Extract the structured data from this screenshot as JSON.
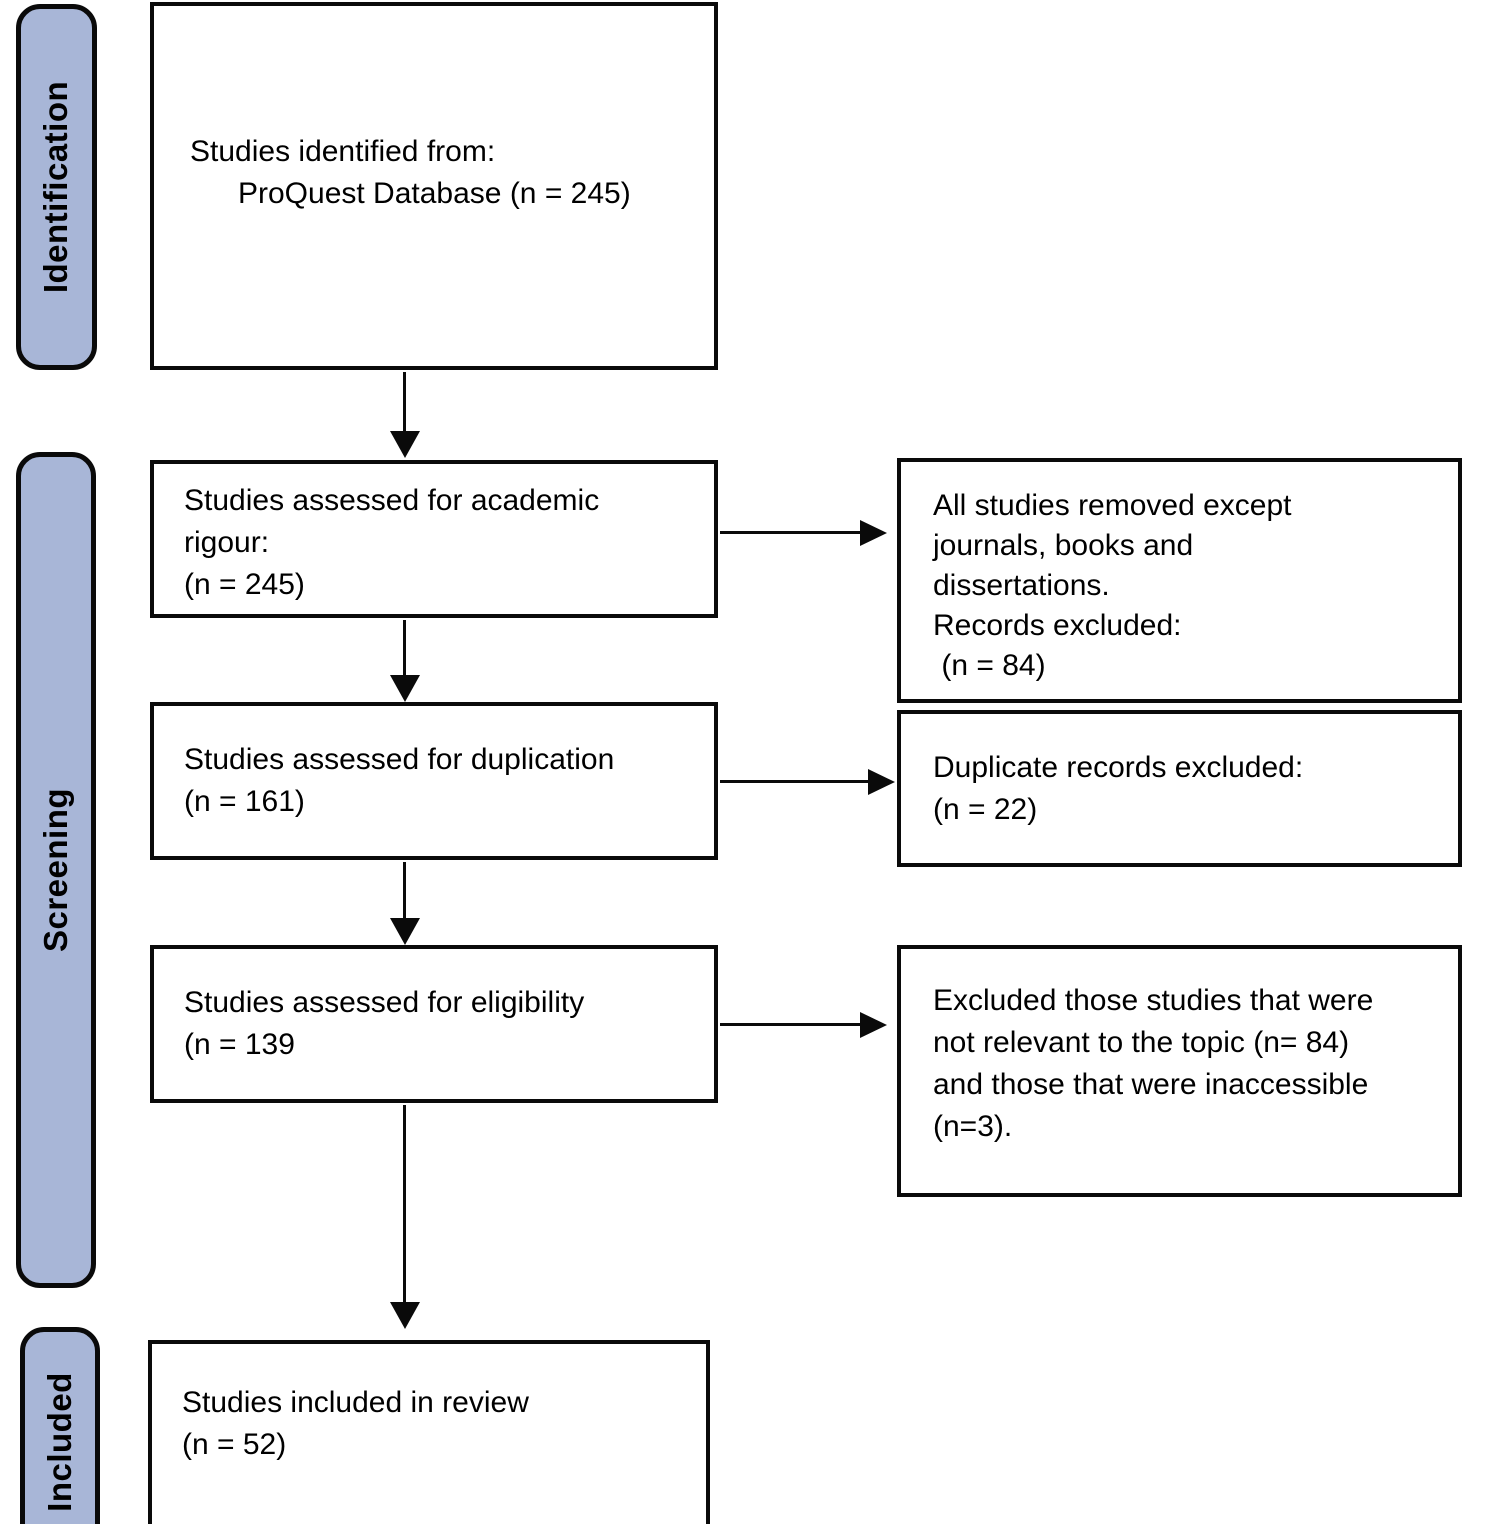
{
  "diagram_type": "prisma-flow-diagram",
  "stage_labels": [
    {
      "label": "Identification"
    },
    {
      "label": "Screening"
    },
    {
      "label": "Included"
    }
  ],
  "flow_boxes": {
    "identified": {
      "lines": [
        "Studies identified from:",
        "ProQuest Database (n = 245)"
      ],
      "n": 245
    },
    "rigour": {
      "lines": [
        "Studies assessed for academic",
        "rigour:",
        "(n = 245)"
      ],
      "n": 245
    },
    "duplication": {
      "lines": [
        "Studies assessed for duplication",
        "(n = 161)"
      ],
      "n": 161
    },
    "eligibility": {
      "lines": [
        "Studies assessed for eligibility",
        "(n = 139"
      ],
      "n": 139
    },
    "included": {
      "lines": [
        "Studies included in review",
        "(n = 52)"
      ],
      "n": 52
    }
  },
  "exclusion_boxes": {
    "rigour_excluded": {
      "lines": [
        "All studies removed except",
        "journals, books and",
        "dissertations.",
        "Records excluded:",
        " (n = 84)"
      ],
      "n": 84
    },
    "duplicates_excluded": {
      "lines": [
        "Duplicate records excluded:",
        "(n = 22)"
      ],
      "n": 22
    },
    "eligibility_excluded": {
      "lines": [
        "Excluded those studies that were",
        "not relevant to the topic (n= 84)",
        "and those that were inaccessible",
        "(n=3)."
      ],
      "n_not_relevant": 84,
      "n_inaccessible": 3
    }
  },
  "colors": {
    "stage_fill": "#a8b6d7",
    "line_and_border": "#0a0a0a",
    "background": "#ffffff"
  }
}
